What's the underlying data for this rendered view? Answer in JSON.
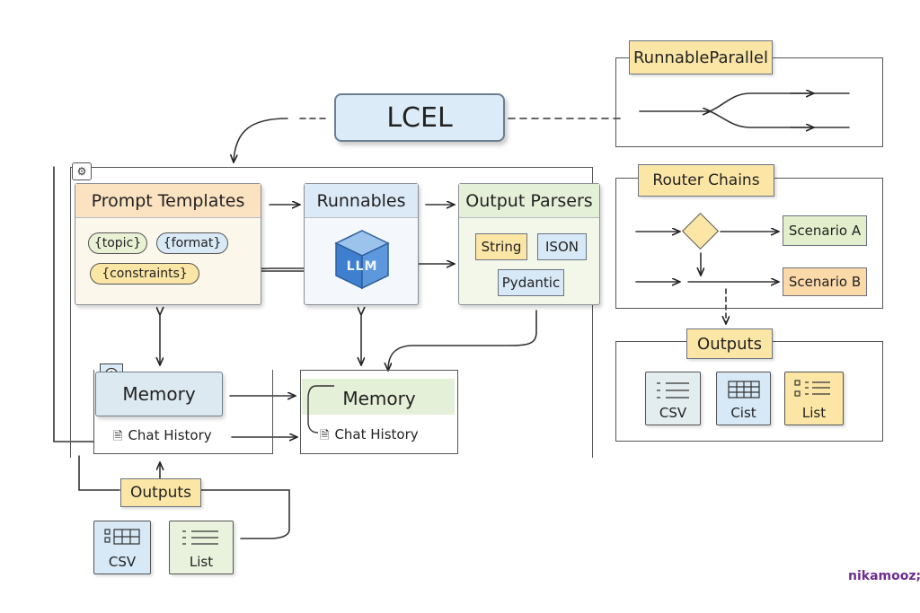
{
  "lcel": "LCEL",
  "runnable_parallel": "RunnableParallel",
  "router": {
    "title": "Router Chains",
    "scenario_a": "Scenario A",
    "scenario_b": "Scenario B"
  },
  "right_outputs": {
    "title": "Outputs",
    "items": [
      "CSV",
      "Cist",
      "List"
    ]
  },
  "prompt_templates": {
    "title": "Prompt Templates",
    "vars": [
      "{topic}",
      "{format}",
      "{constraints}"
    ]
  },
  "runnables": {
    "title": "Runnables",
    "cube_label": "LLM"
  },
  "output_parsers": {
    "title": "Output Parsers",
    "items": [
      "String",
      "ISON",
      "Pydantic"
    ]
  },
  "memory_left": {
    "title": "Memory",
    "chat_history": "Chat History"
  },
  "memory_right": {
    "title": "Memory",
    "chat_history": "Chat History"
  },
  "bottom_outputs": {
    "title": "Outputs",
    "items": [
      "CSV",
      "List"
    ]
  },
  "brand": "nikamooz;",
  "colors": {
    "prompt_header": "#fbe3c2",
    "runnables_header": "#dce9f7",
    "parsers_header": "#e5f0d8",
    "memory_header": "#d9e8f1",
    "yellow_tag": "#fbe6a6",
    "green_tag": "#e3efcc",
    "blue_tag": "#d7e8f6",
    "brand": "#6b2f8e"
  }
}
